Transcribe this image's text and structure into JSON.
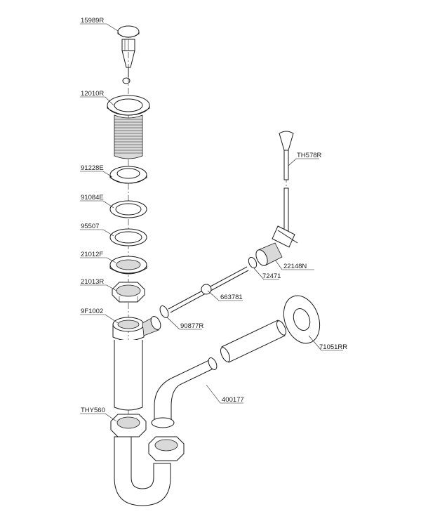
{
  "parts": [
    {
      "id": "stopper",
      "label": "15989R"
    },
    {
      "id": "drain-body",
      "label": "12010R"
    },
    {
      "id": "gasket-1",
      "label": "91228E"
    },
    {
      "id": "gasket-2",
      "label": "91084E"
    },
    {
      "id": "gasket-3",
      "label": "95507"
    },
    {
      "id": "slip-nut-a",
      "label": "21012F"
    },
    {
      "id": "lock-nut",
      "label": "21013R"
    },
    {
      "id": "tailpiece",
      "label": "9F1002"
    },
    {
      "id": "trap-nut",
      "label": "THY560"
    },
    {
      "id": "lift-rod",
      "label": "TH578R"
    },
    {
      "id": "pivot-nut",
      "label": "22148N"
    },
    {
      "id": "washer",
      "label": "72471"
    },
    {
      "id": "pivot-rod",
      "label": "663781"
    },
    {
      "id": "pivot-nut-ball",
      "label": "90877R"
    },
    {
      "id": "trap-arm",
      "label": "400177"
    },
    {
      "id": "escutcheon",
      "label": "71051RR"
    }
  ]
}
